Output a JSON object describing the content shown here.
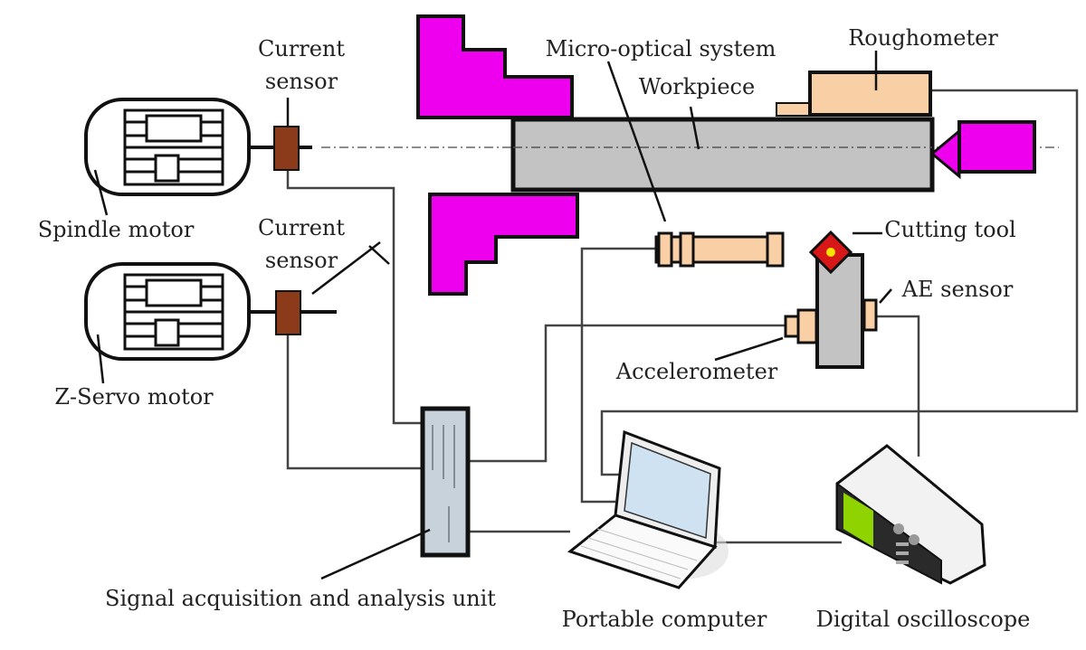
{
  "labels": {
    "current_sensor_1": [
      "Current",
      "sensor"
    ],
    "spindle_motor": "Spindle motor",
    "current_sensor_2": [
      "Current",
      "sensor"
    ],
    "z_servo_motor": "Z-Servo motor",
    "micro_optical": "Micro-optical system",
    "workpiece": "Workpiece",
    "roughometer": "Roughometer",
    "cutting_tool": "Cutting tool",
    "ae_sensor": "AE sensor",
    "accelerometer": "Accelerometer",
    "signal_unit": "Signal acquisition and analysis unit",
    "portable_computer": "Portable computer",
    "oscilloscope": "Digital oscilloscope"
  },
  "colors": {
    "chuck": "#ee00ee",
    "workpiece": "#c3c3c3",
    "sensor_peach": "#f9cfa6",
    "current_sensor": "#8b3a1a",
    "insert": "#d81818",
    "insert_dot": "#f5e400",
    "scope_screen": "#8fd400"
  },
  "icons": [
    "motor-icon",
    "laptop-icon",
    "oscilloscope-icon"
  ]
}
